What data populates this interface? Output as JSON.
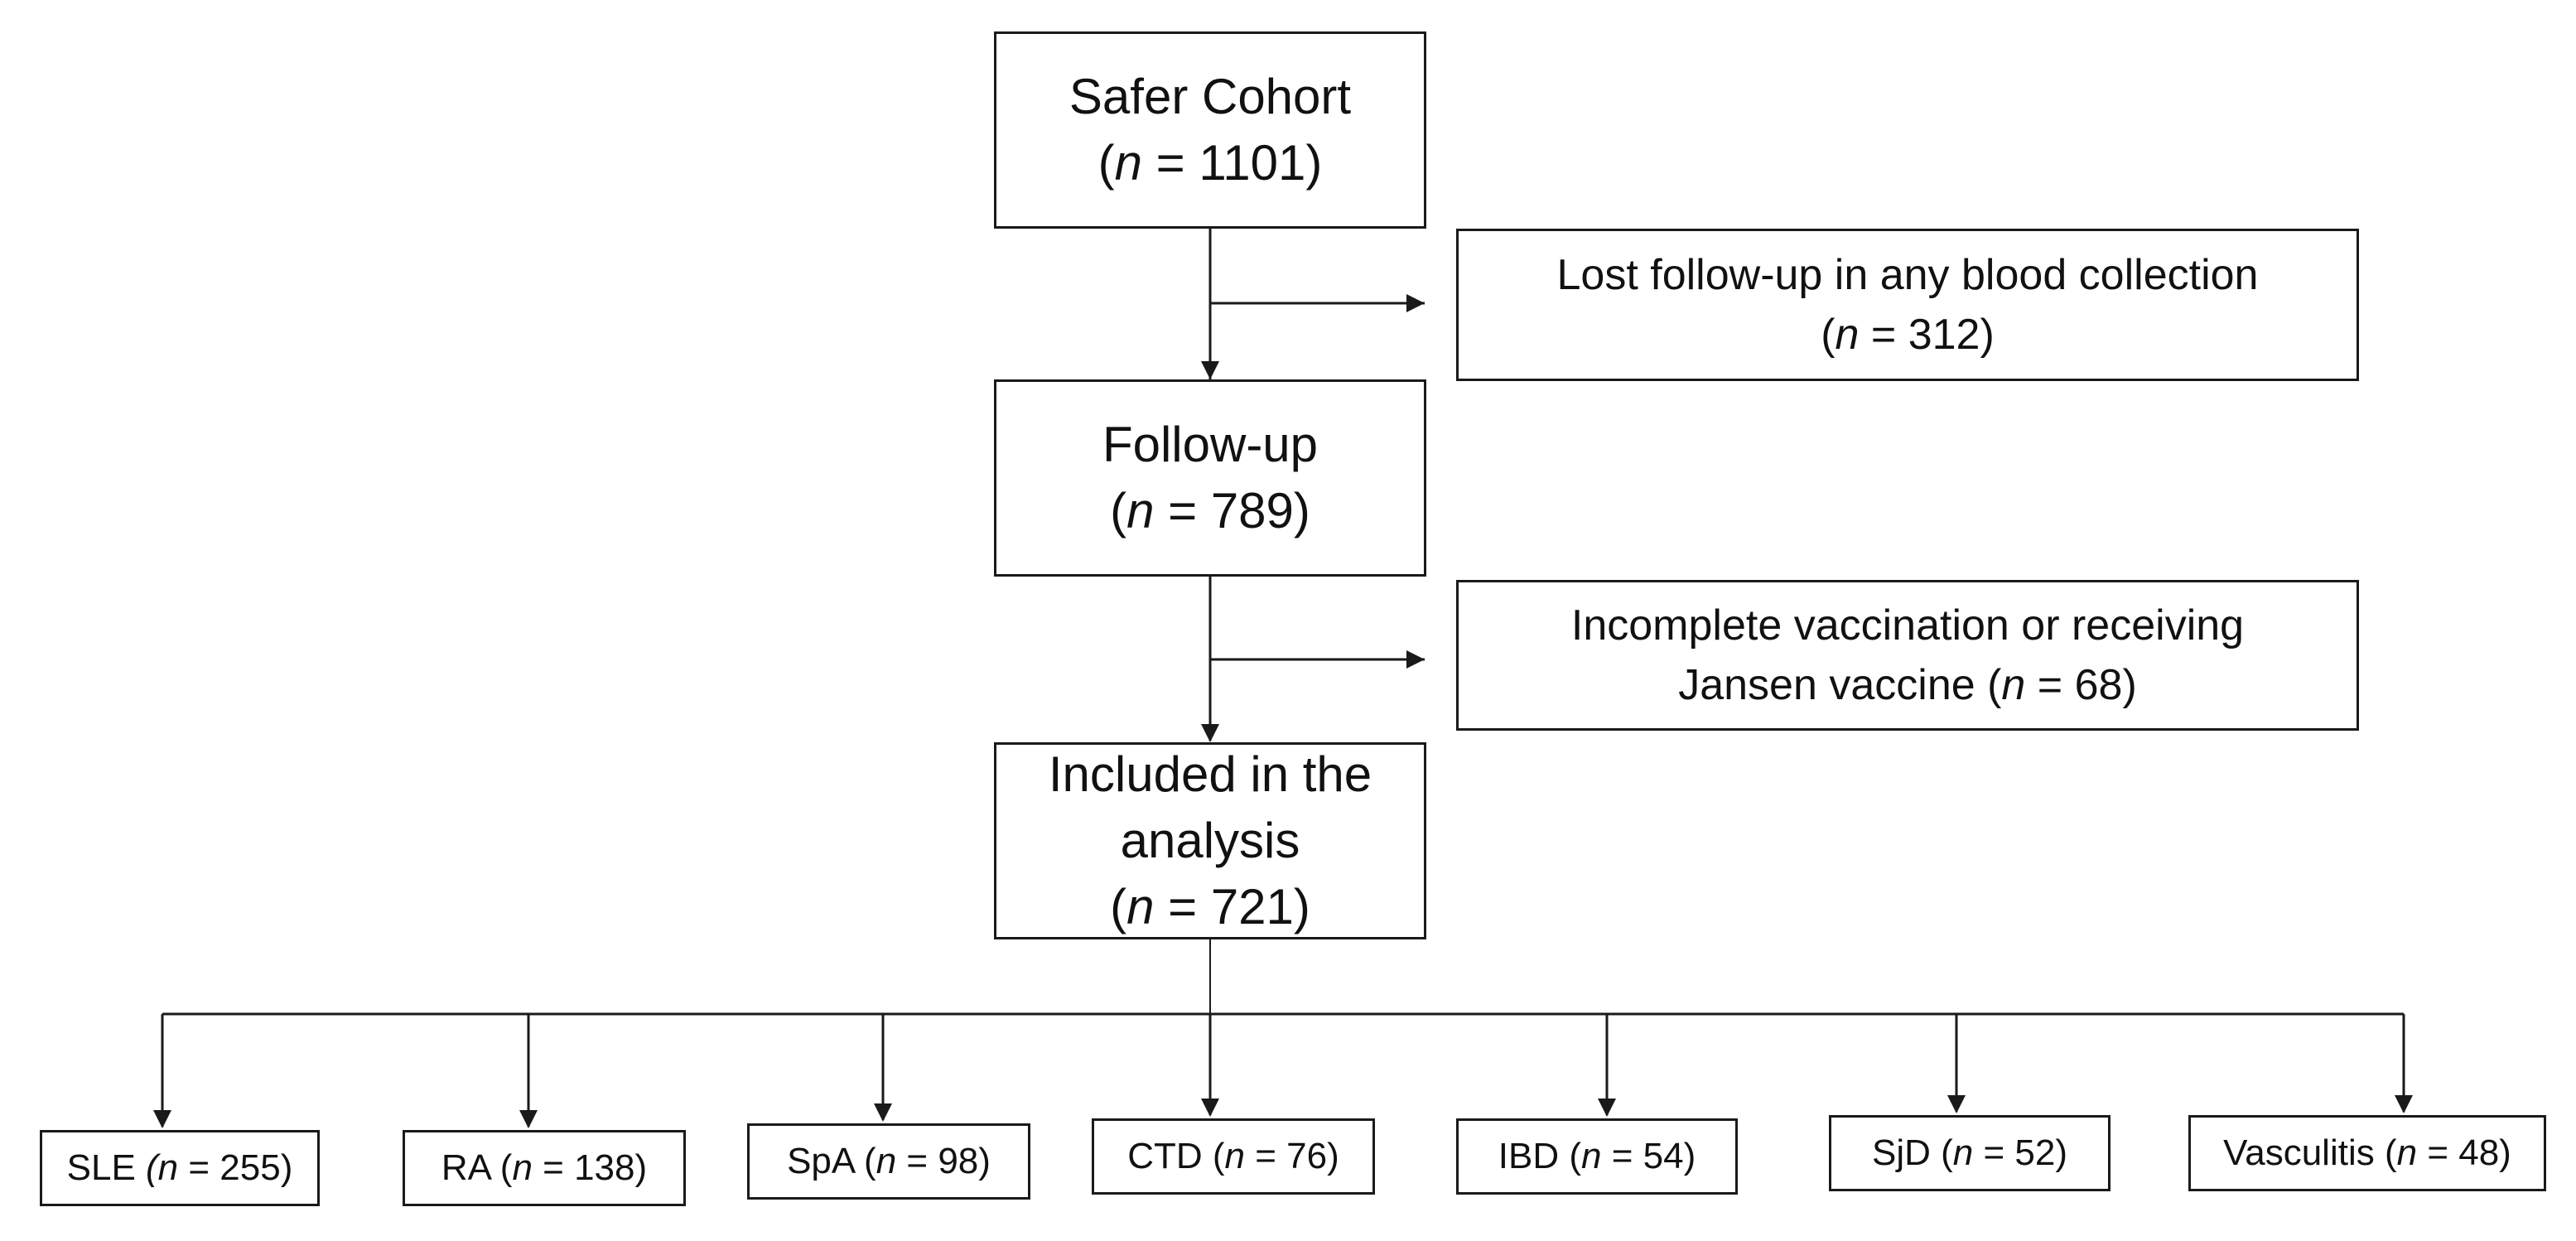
{
  "flow": {
    "cohort": {
      "label": "Safer Cohort",
      "n_symbol": "n",
      "count": "(n = 1101)",
      "pre": "(",
      "eq": " = 1101)"
    },
    "lost": {
      "line1": "Lost follow-up in any blood collection",
      "pre": "(",
      "n_symbol": "n",
      "eq": " = 312)"
    },
    "followup": {
      "label": "Follow-up",
      "pre": "(",
      "n_symbol": "n",
      "eq": " = 789)"
    },
    "incomplete": {
      "line1": "Incomplete vaccination or receiving",
      "line2_pre": "Jansen vaccine (",
      "n_symbol": "n",
      "eq": " = 68)"
    },
    "included": {
      "line1": "Included in the",
      "line2": "analysis",
      "pre": "(",
      "n_symbol": "n",
      "eq": " = 721)"
    }
  },
  "subgroups": [
    {
      "name": "SLE",
      "pre": "SLE ",
      "open": "(",
      "n_symbol": "n",
      "eq": " = 255)",
      "count": 255
    },
    {
      "name": "RA",
      "pre": "RA (",
      "open": "",
      "n_symbol": "n",
      "eq": " = 138)",
      "count": 138
    },
    {
      "name": "SpA",
      "pre": "SpA (",
      "open": "",
      "n_symbol": "n",
      "eq": " = 98)",
      "count": 98
    },
    {
      "name": "CTD",
      "pre": "CTD (",
      "open": "",
      "n_symbol": "n",
      "eq": " = 76)",
      "count": 76
    },
    {
      "name": "IBD",
      "pre": "IBD (",
      "open": "",
      "n_symbol": "n",
      "eq": " = 54)",
      "count": 54
    },
    {
      "name": "SjD",
      "pre": "SjD (",
      "open": "",
      "n_symbol": "n",
      "eq": " = 52)",
      "count": 52
    },
    {
      "name": "Vasculitis",
      "pre": "Vasculitis (",
      "open": "",
      "n_symbol": "n",
      "eq": " = 48)",
      "count": 48
    }
  ]
}
